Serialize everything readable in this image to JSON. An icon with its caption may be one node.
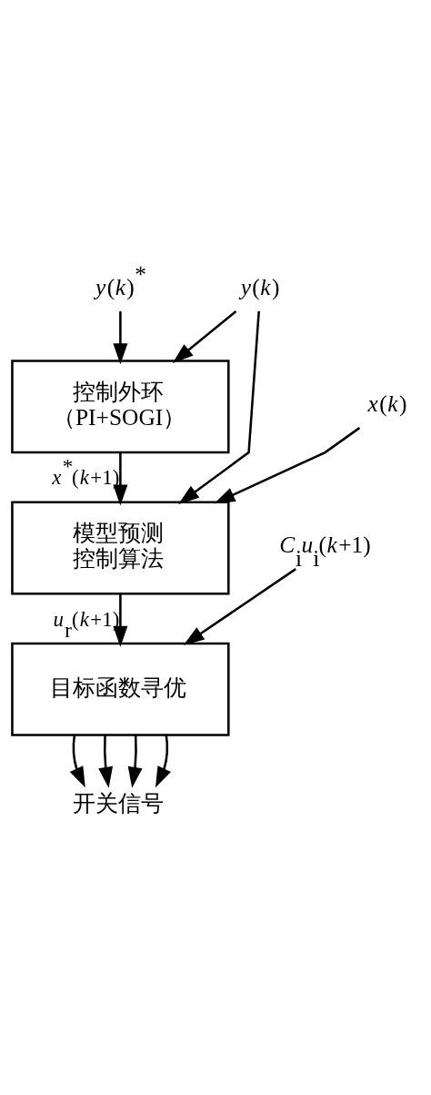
{
  "diagram": {
    "nodes": [
      {
        "text": [
          "*y*(*k*)"
        ]
      },
      {
        "text": [
          "*y*(*k*)$^{*}$"
        ]
      },
      {
        "text": [
          "控制外环",
          "（PI+SOGI）"
        ]
      },
      {
        "text": [
          "*x*(*k*)"
        ]
      },
      {
        "text": [
          "模型预测控制算法"
        ]
      },
      {
        "text": [
          "*C*$_{i}$*u*$_{i}$(*k*+1)"
        ]
      },
      {
        "text": [
          "目标函数寻优"
        ]
      },
      {
        "text": [
          "开关信号"
        ]
      }
    ],
    "edges": [
      {
        "from": 0,
        "to": 2,
        "arrow": "to"
      },
      {
        "from": 1,
        "to": 2,
        "arrow": "to"
      },
      {
        "from": 0,
        "to": 4,
        "arrow": "to"
      },
      {
        "from": 2,
        "to": 4,
        "arrow": "to",
        "label": "*x*$^{*}$(*k*+1)"
      },
      {
        "from": 3,
        "to": 4,
        "arrow": "to"
      },
      {
        "from": 4,
        "to": 6,
        "arrow": "to",
        "label": "*u*$_{r}$(*k*+1)"
      },
      {
        "from": 5,
        "to": 6,
        "arrow": "to"
      },
      {
        "from": 6,
        "to": 7,
        "arrow": "to"
      },
      {
        "from": 6,
        "to": 7,
        "arrow": "to"
      },
      {
        "from": 6,
        "to": 7,
        "arrow": "to"
      },
      {
        "from": 6,
        "to": 7,
        "arrow": "to"
      }
    ]
  }
}
